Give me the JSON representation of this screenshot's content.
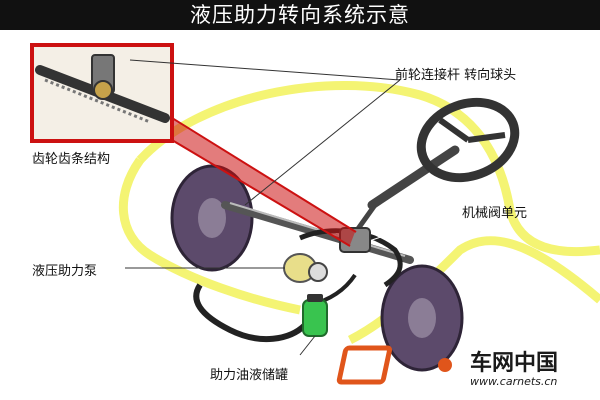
{
  "title": "液压助力转向系统示意",
  "labels": {
    "front_link": "前轮连接杆 转向球头",
    "rack_pinion": "齿轮齿条结构",
    "valve_unit": "机械阀单元",
    "pump": "液压助力泵",
    "reservoir": "助力油液储罐"
  },
  "brand": {
    "name": "车网中国",
    "url": "www.carnets.cn"
  },
  "colors": {
    "title_bg": "#111111",
    "car_outline": "#f2f25a",
    "highlight": "#cc1111",
    "fluid_tank": "#39c44f",
    "tire": "#5c4a6b"
  }
}
